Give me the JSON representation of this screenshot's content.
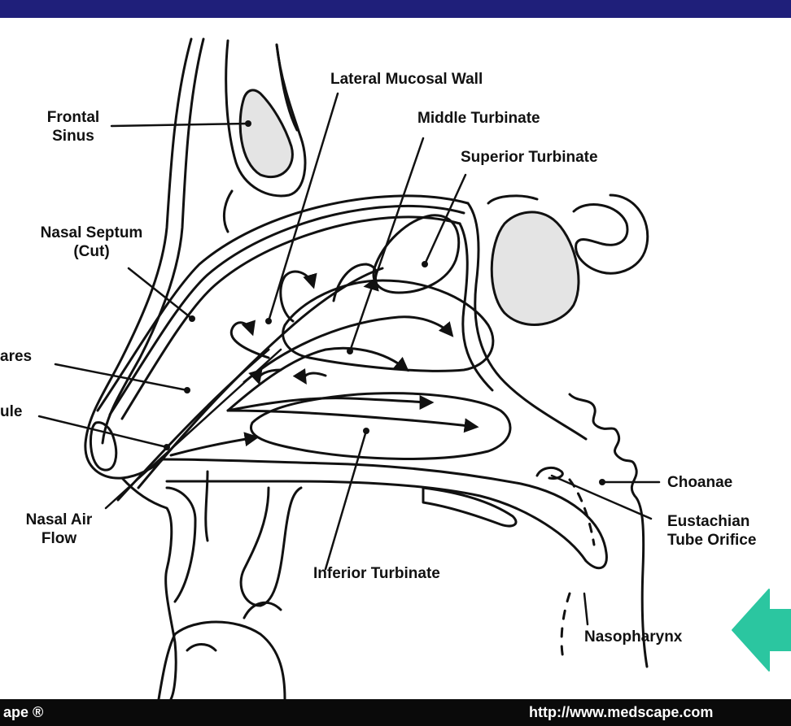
{
  "labels": {
    "frontal_sinus": [
      "Frontal",
      "Sinus"
    ],
    "lateral_mucosal_wall": "Lateral Mucosal Wall",
    "middle_turbinate": "Middle Turbinate",
    "superior_turbinate": "Superior Turbinate",
    "nasal_septum": [
      "Nasal Septum",
      "(Cut)"
    ],
    "nares": "ares",
    "vestibule": "ule",
    "nasal_air_flow": [
      "Nasal Air",
      "Flow"
    ],
    "inferior_turbinate": "Inferior Turbinate",
    "choanae": "Choanae",
    "eustachian": [
      "Eustachian",
      "Tube Orifice"
    ],
    "nasopharynx": "Nasopharynx"
  },
  "footer": {
    "left": "ape ®",
    "right": "http://www.medscape.com"
  },
  "colors": {
    "top_bar": "#1f1f7a",
    "footer_bar": "#0a0a0a",
    "pointer_arrow": "#2bc6a0",
    "line_art": "#111111",
    "sinus_fill": "#e4e4e4"
  }
}
